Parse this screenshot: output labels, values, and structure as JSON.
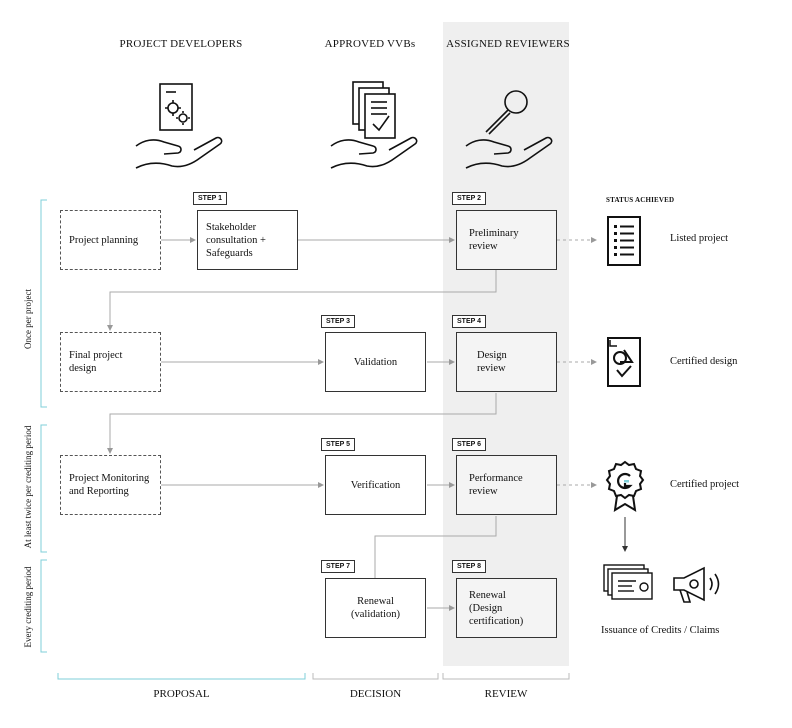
{
  "columns": {
    "developers": "PROJECT DEVELOPERS",
    "vvbs": "APPROVED VVBs",
    "reviewers": "ASSIGNED REVIEWERS"
  },
  "status_header": "STATUS ACHIEVED",
  "boxes": {
    "project_planning": "Project planning",
    "stakeholder": "Stakeholder consultation + Safeguards",
    "preliminary_review": "Preliminary review",
    "final_design": "Final project design",
    "validation": "Validation",
    "design_review": "Design review",
    "monitoring": "Project Monitoring and Reporting",
    "verification": "Verification",
    "performance_review": "Performance review",
    "renewal_validation": "Renewal (validation)",
    "renewal_design": "Renewal (Design certification)"
  },
  "steps": {
    "s1": "STEP 1",
    "s2": "STEP 2",
    "s3": "STEP 3",
    "s4": "STEP 4",
    "s5": "STEP 5",
    "s6": "STEP 6",
    "s7": "STEP 7",
    "s8": "STEP 8"
  },
  "statuses": {
    "listed": "Listed project",
    "certified_design": "Certified design",
    "certified_project": "Certified project"
  },
  "issuance": "Issuance of Credits / Claims",
  "side_labels": {
    "once": "Once per project",
    "twice": "At least twice per crediting period",
    "every": "Every crediting period"
  },
  "bottom": {
    "proposal": "PROPOSAL",
    "decision": "DECISION",
    "review": "REVIEW"
  },
  "colors": {
    "accent": "#7fcfd8",
    "review_band": "#efefef"
  },
  "icons": {
    "developers": "hand-document-gears-icon",
    "vvbs": "hand-documents-check-icon",
    "reviewers": "hand-magnifier-icon",
    "listed": "list-document-icon",
    "certified_design": "certified-design-icon",
    "certified_project": "award-badge-icon",
    "credits": "certificates-icon",
    "claims": "megaphone-icon"
  }
}
